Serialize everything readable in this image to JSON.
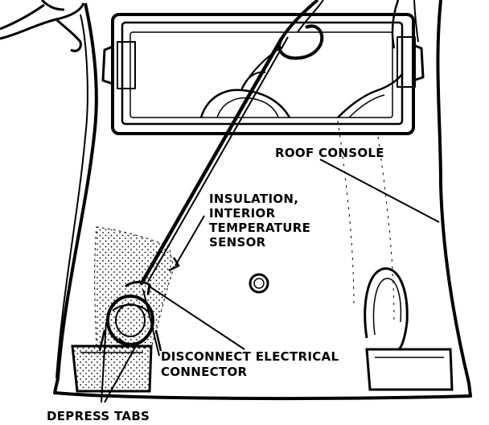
{
  "labels": {
    "roof_console": "ROOF CONSOLE",
    "insulation": [
      "INSULATION,",
      "INTERIOR",
      "TEMPERATURE",
      "SENSOR"
    ],
    "disconnect": [
      "DISCONNECT ELECTRICAL",
      "CONNECTOR"
    ],
    "depress_tabs": "DEPRESS TABS"
  }
}
